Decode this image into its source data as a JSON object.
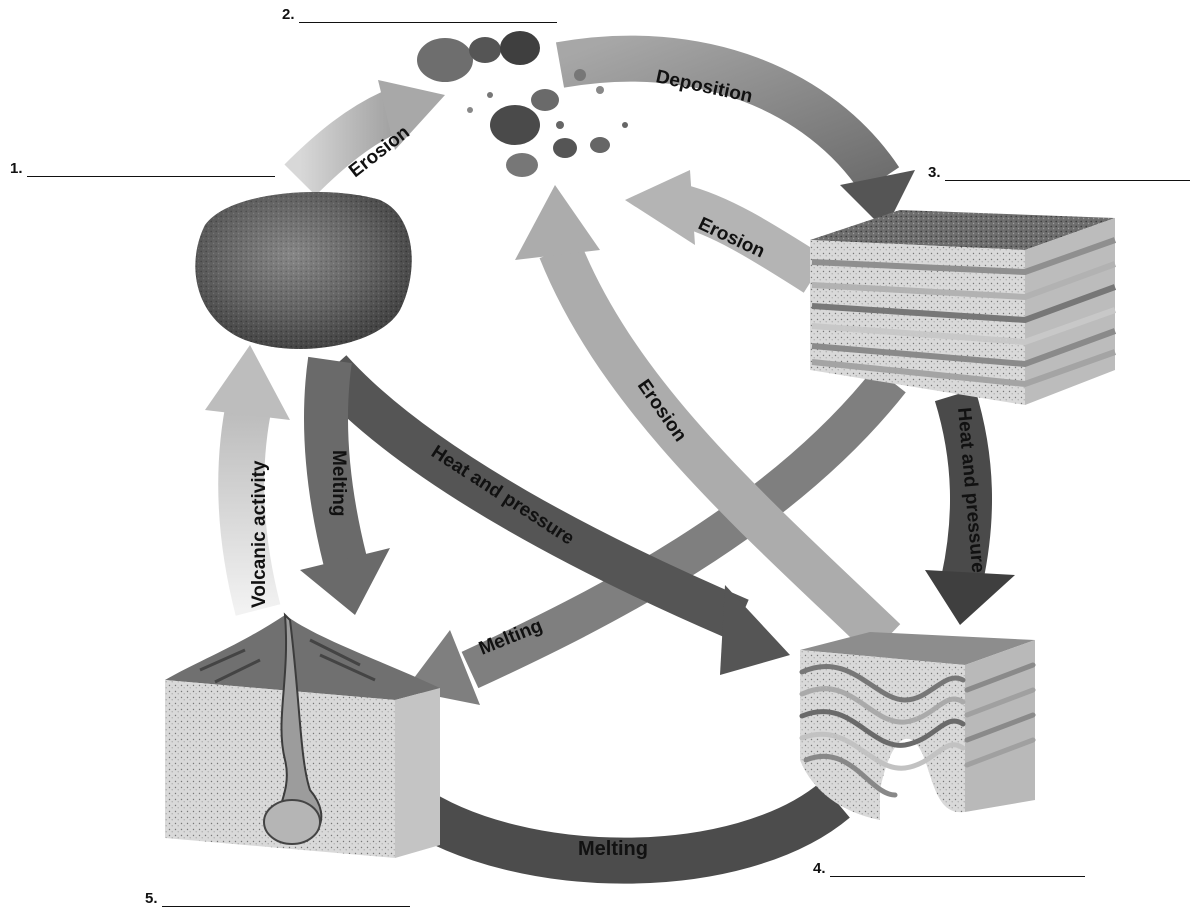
{
  "blanks": [
    {
      "number": "1.",
      "value": ""
    },
    {
      "number": "2.",
      "value": ""
    },
    {
      "number": "3.",
      "value": ""
    },
    {
      "number": "4.",
      "value": ""
    },
    {
      "number": "5.",
      "value": ""
    }
  ],
  "arrows": {
    "erosion_top_left": "Erosion",
    "deposition": "Deposition",
    "erosion_from_layers": "Erosion",
    "erosion_center": "Erosion",
    "heat_pressure_center": "Heat and pressure",
    "heat_pressure_right": "Heat and pressure",
    "melting_left": "Melting",
    "melting_center": "Melting",
    "melting_bottom": "Melting",
    "volcanic_activity": "Volcanic activity"
  },
  "colors": {
    "background": "#ffffff",
    "ink": "#111111"
  }
}
